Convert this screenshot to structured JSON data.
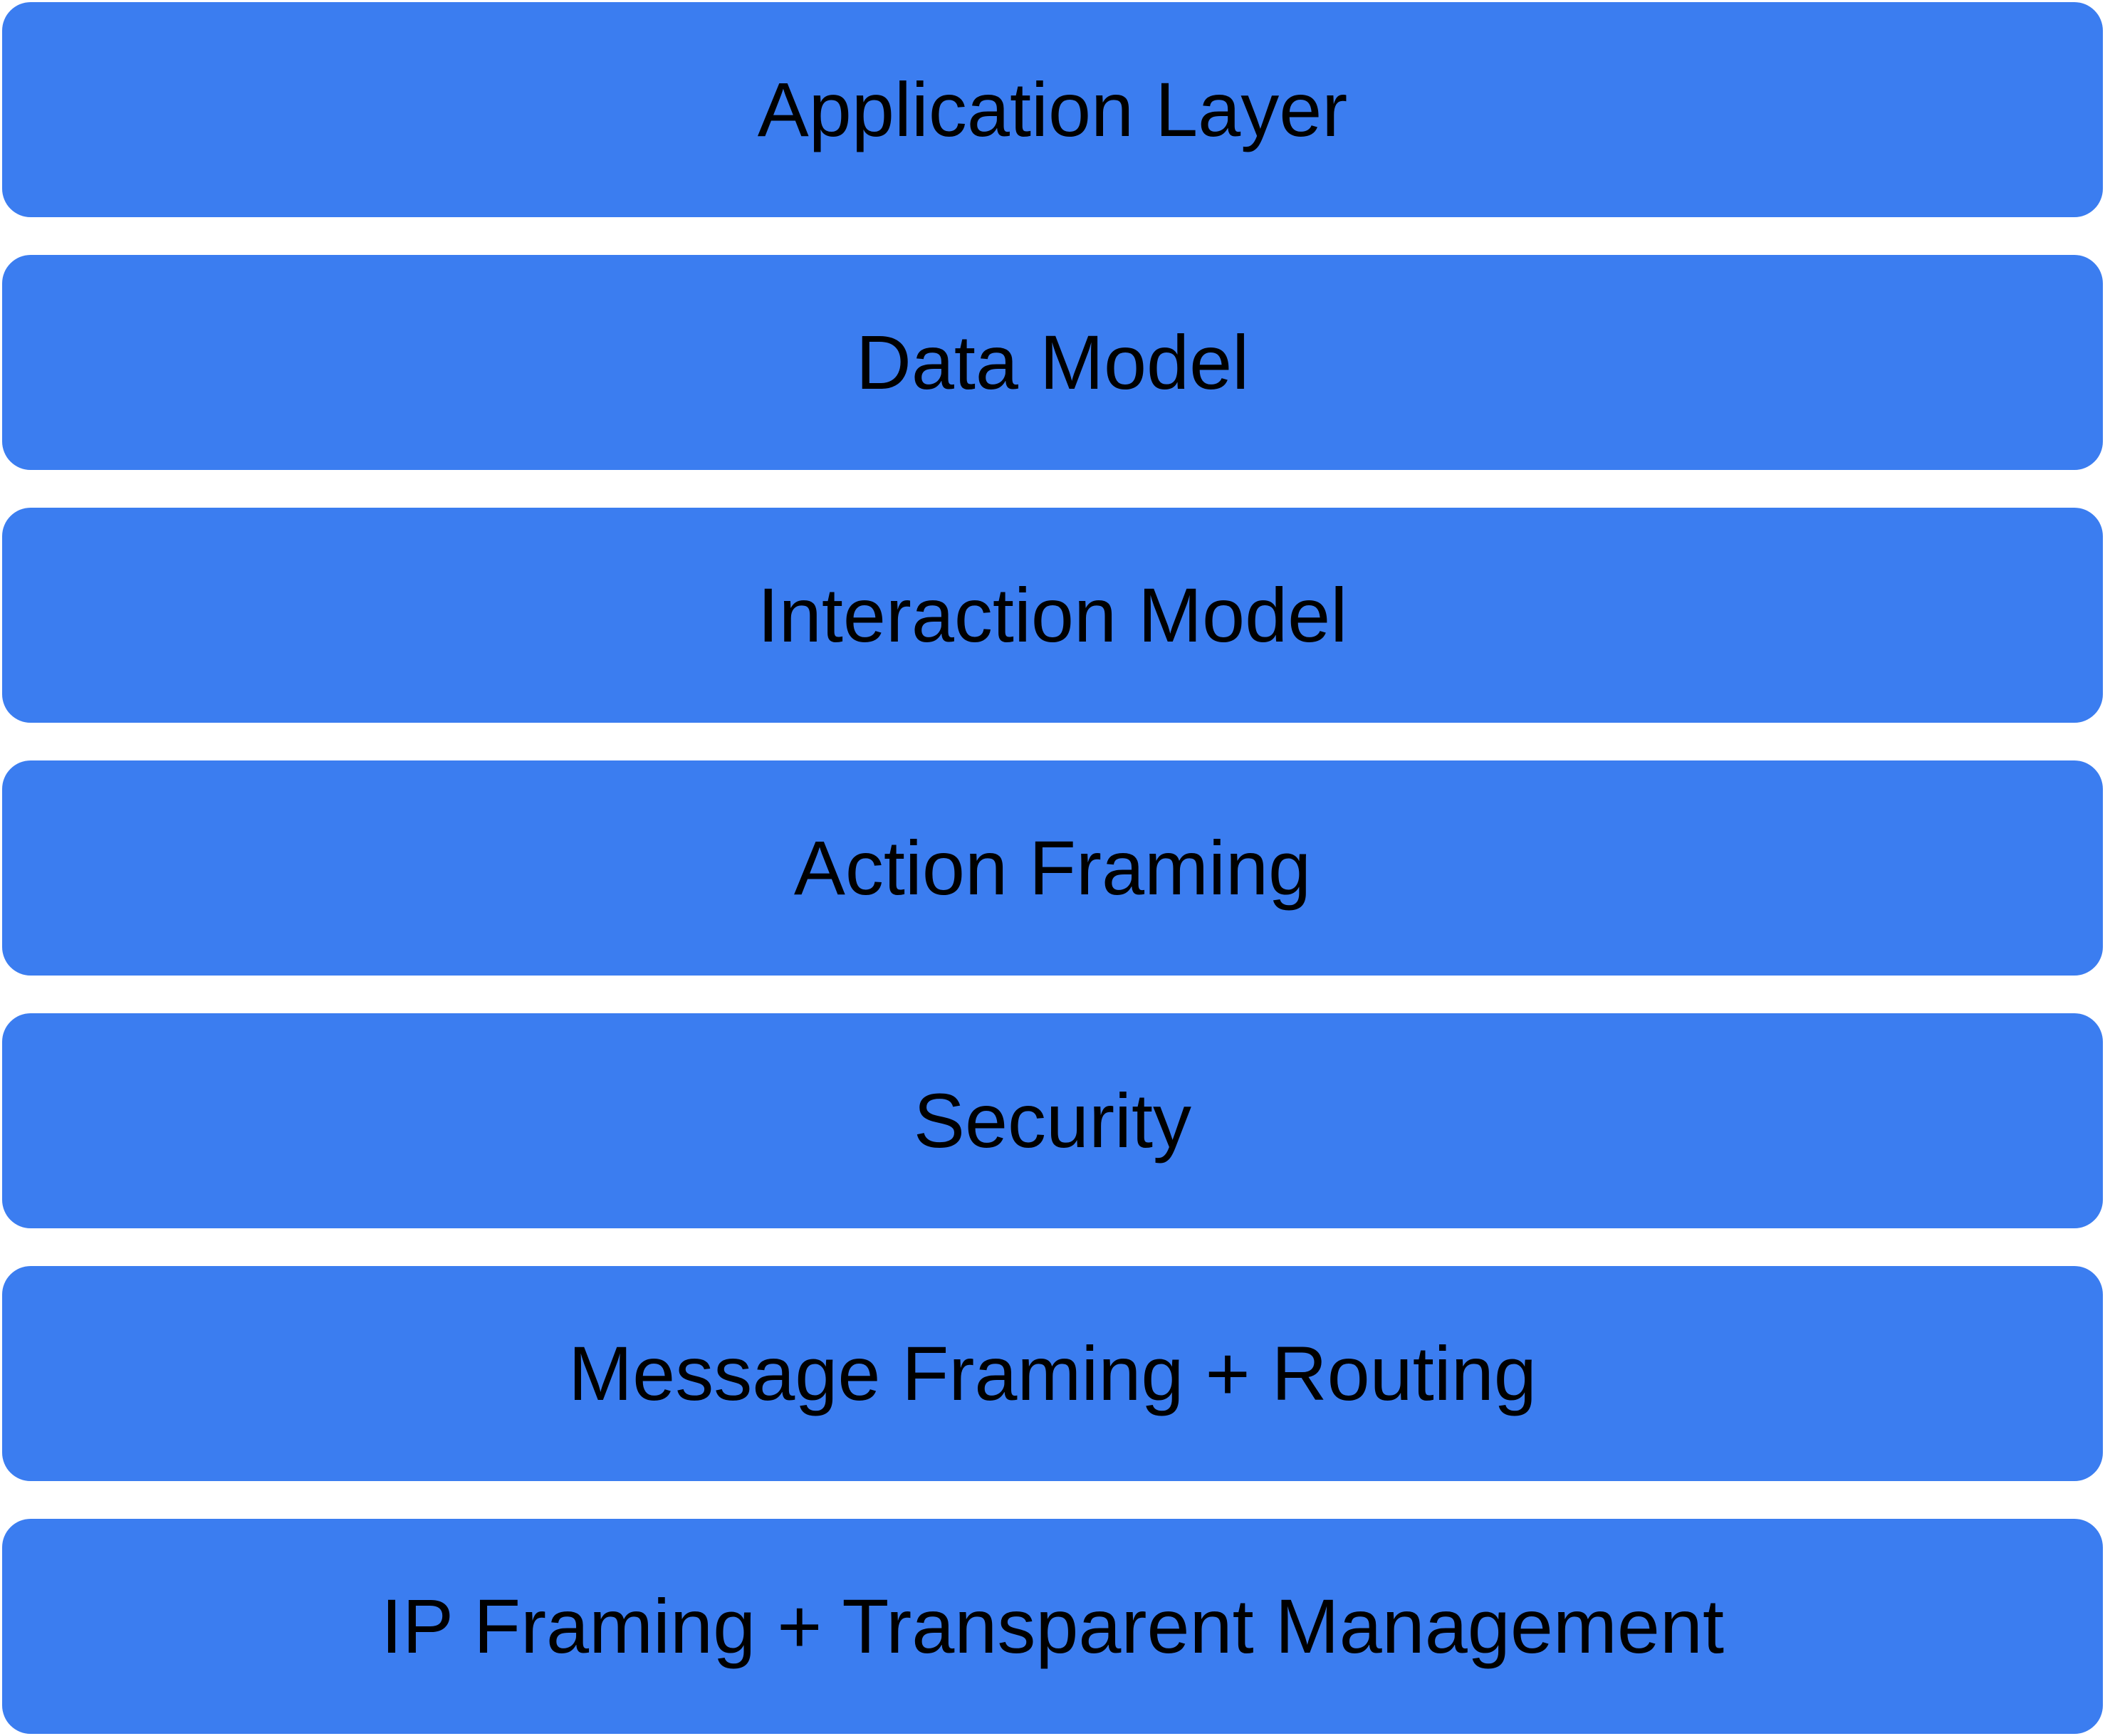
{
  "diagram": {
    "type": "layer-stack",
    "layers": [
      {
        "label": "Application Layer"
      },
      {
        "label": "Data Model"
      },
      {
        "label": "Interaction Model"
      },
      {
        "label": "Action Framing"
      },
      {
        "label": "Security"
      },
      {
        "label": "Message Framing + Routing"
      },
      {
        "label": "IP Framing + Transparent Management"
      }
    ]
  },
  "colors": {
    "layer_fill": "#3B7DF0",
    "label_color": "#000000",
    "background": "#FFFFFF"
  }
}
